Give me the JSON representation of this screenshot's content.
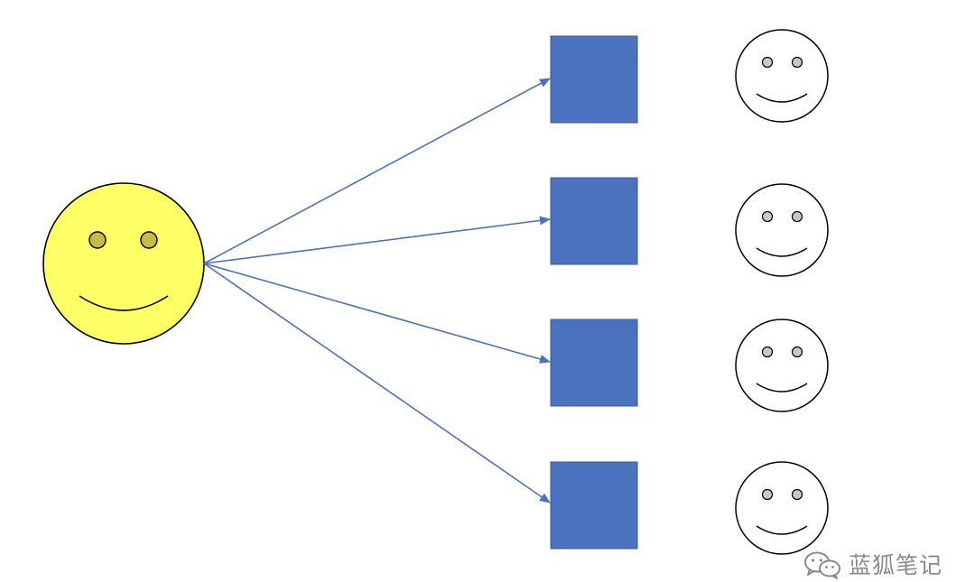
{
  "watermark": {
    "text": "蓝狐笔记",
    "icon": "wechat-icon"
  },
  "colors": {
    "source_face_fill": "#ffff66",
    "source_face_eye": "#c8bb45",
    "box_fill": "#4a72be",
    "box_border": "#3c5a96",
    "arrow": "#4a72be",
    "outline_face": "#000000",
    "outline_face_eye": "#c8c8c8",
    "watermark": "#8a8a8a"
  },
  "diagram": {
    "source": "smiley-face",
    "targets": [
      {
        "box": "blue-square",
        "face": "smiley-face-outline"
      },
      {
        "box": "blue-square",
        "face": "smiley-face-outline"
      },
      {
        "box": "blue-square",
        "face": "smiley-face-outline"
      },
      {
        "box": "blue-square",
        "face": "smiley-face-outline"
      }
    ]
  }
}
